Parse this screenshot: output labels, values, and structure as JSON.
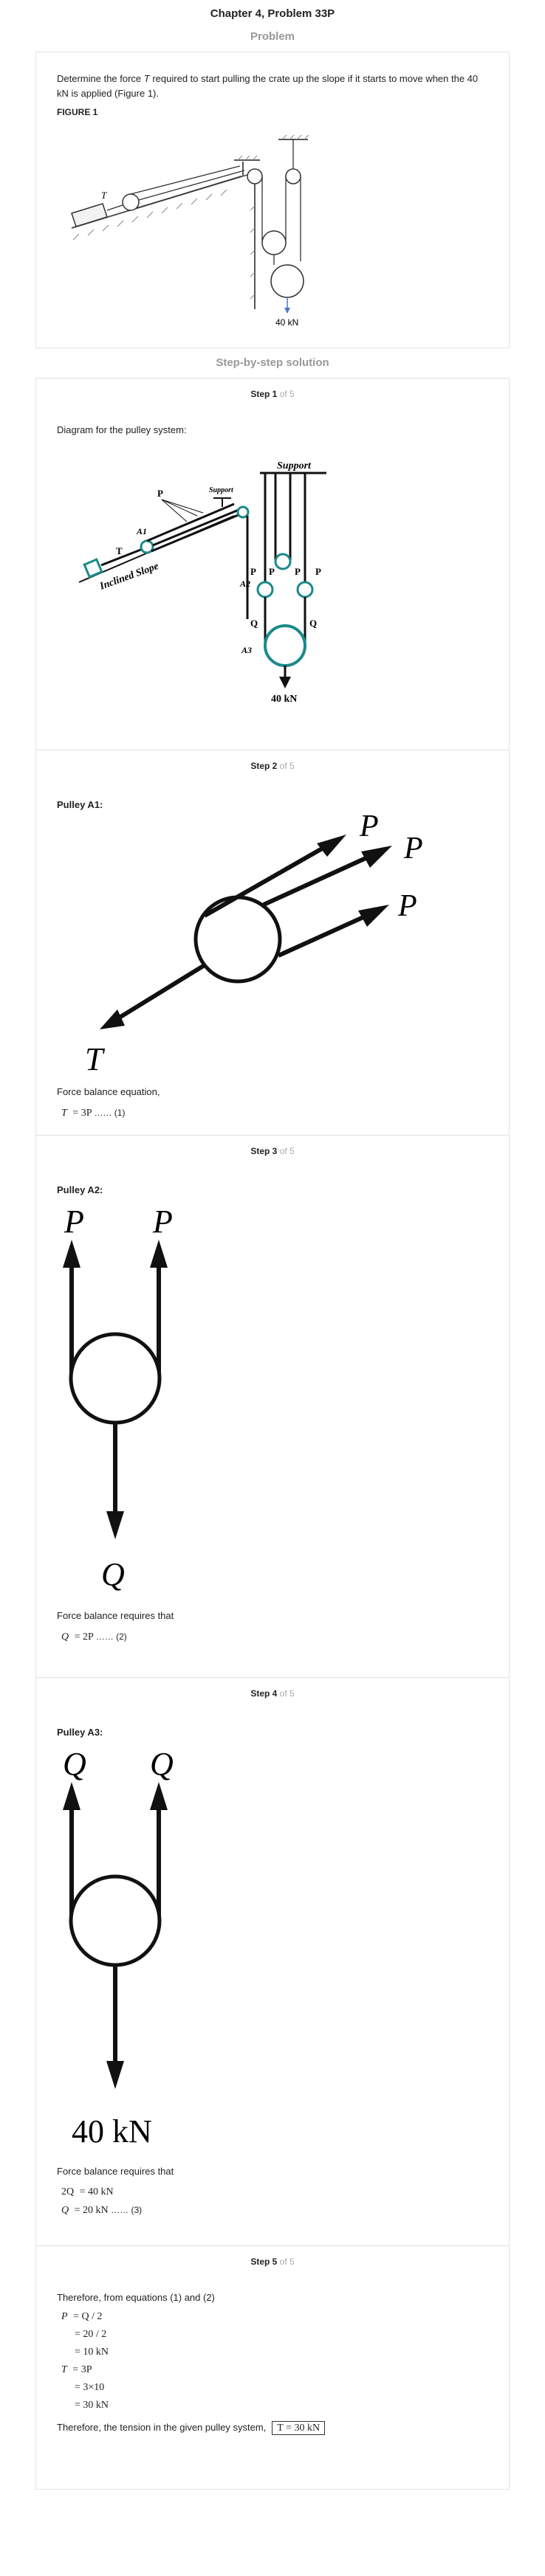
{
  "chapter_title": "Chapter 4, Problem 33P",
  "problem_heading": "Problem",
  "problem": {
    "text": "Determine the force T required to start pulling the crate up the slope if it starts to move when the 40 kN is applied (Figure 1).",
    "text_pre": "Determine the force ",
    "text_var": "T",
    "text_post": " required to start pulling the crate up the slope if it starts to move when the 40 kN is applied (Figure 1).",
    "figure_label": "FIGURE 1",
    "figure_load": "40 kN",
    "figure_T": "T"
  },
  "solution_heading": "Step-by-step solution",
  "steps": [
    {
      "step_word": "Step 1",
      "of_total": "of 5",
      "intro": "Diagram for the pulley system:",
      "labels": {
        "support_top": "Support",
        "support_small": "Support",
        "p": "P",
        "a1": "A1",
        "t": "T",
        "slope": "Inclined Slope",
        "a2": "A2",
        "a3": "A3",
        "q": "Q",
        "load": "40 kN"
      }
    },
    {
      "step_word": "Step 2",
      "of_total": "of 5",
      "heading": "Pulley A1:",
      "fbd_labels": {
        "p": "P",
        "t": "T"
      },
      "desc": "Force balance equation,",
      "equations": [
        {
          "lhs": "T",
          "rhs": "= 3P",
          "tag": "…… (1)"
        }
      ]
    },
    {
      "step_word": "Step 3",
      "of_total": "of 5",
      "heading": "Pulley A2:",
      "fbd_labels": {
        "p": "P",
        "q": "Q"
      },
      "desc": "Force balance requires that",
      "equations": [
        {
          "lhs": "Q",
          "rhs": "= 2P",
          "tag": "…… (2)"
        }
      ]
    },
    {
      "step_word": "Step 4",
      "of_total": "of 5",
      "heading": "Pulley A3:",
      "fbd_labels": {
        "q": "Q",
        "load": "40 kN"
      },
      "desc": "Force balance requires that",
      "equations": [
        {
          "lhs": "2Q",
          "rhs": "= 40 kN",
          "tag": ""
        },
        {
          "lhs": "Q",
          "rhs": "= 20 kN",
          "tag": "…… (3)"
        }
      ]
    },
    {
      "step_word": "Step 5",
      "of_total": "of 5",
      "intro": "Therefore, from equations (1) and (2)",
      "equations": [
        {
          "lhs": "P",
          "rhs": "= Q / 2"
        },
        {
          "lhs": "",
          "rhs": "= 20 / 2"
        },
        {
          "lhs": "",
          "rhs": "= 10 kN"
        },
        {
          "lhs": "T",
          "rhs": "= 3P"
        },
        {
          "lhs": "",
          "rhs": "= 3×10"
        },
        {
          "lhs": "",
          "rhs": "= 30 kN"
        }
      ],
      "conclusion": "Therefore, the tension in the given pulley system,",
      "answer": "T = 30 kN"
    }
  ]
}
